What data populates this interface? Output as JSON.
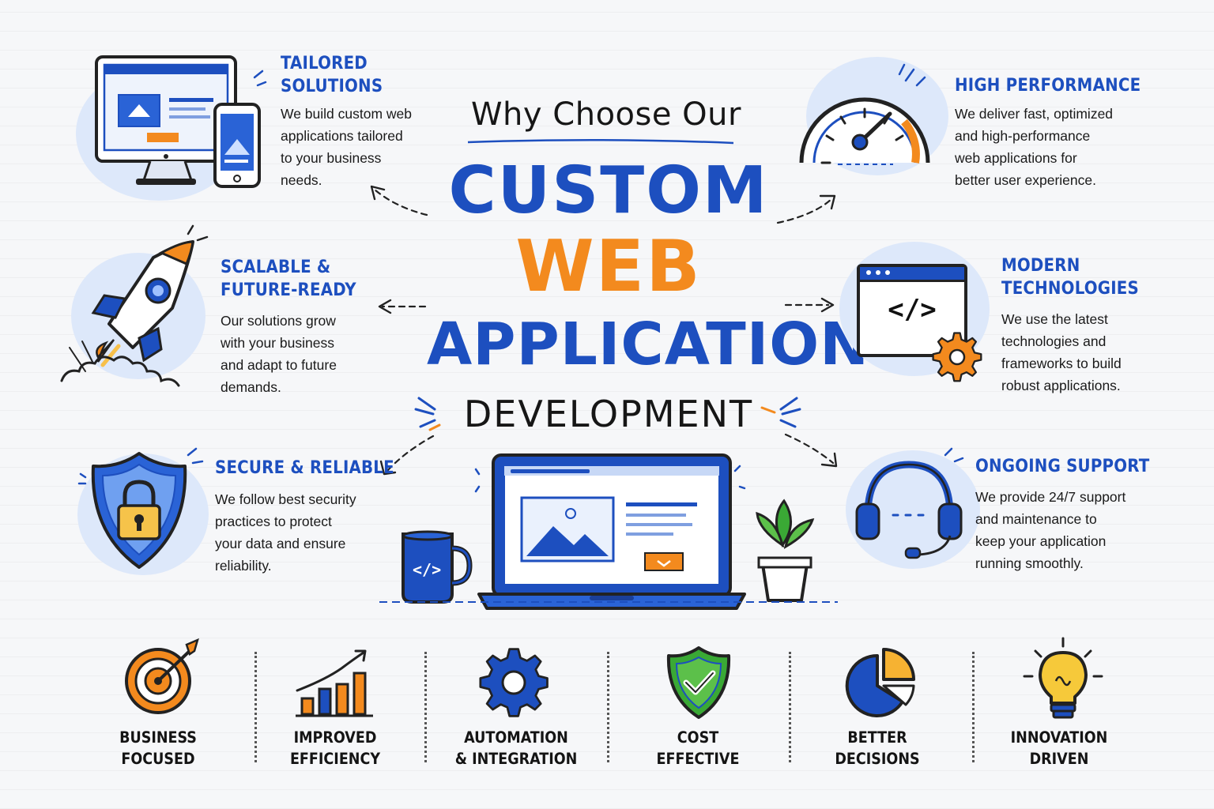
{
  "header": {
    "why": "Why Choose Our",
    "custom": "CUSTOM",
    "web": "WEB",
    "application": "APPLICATION",
    "development": "DEVELOPMENT"
  },
  "features": {
    "tailored": {
      "title_1": "TAILORED",
      "title_2": "SOLUTIONS",
      "desc": [
        "We build custom web",
        "applications tailored",
        "to your business",
        "needs."
      ]
    },
    "scalable": {
      "title_1": "SCALABLE &",
      "title_2": "FUTURE-READY",
      "desc": [
        "Our solutions grow",
        "with your business",
        "and adapt to future",
        "demands."
      ]
    },
    "secure": {
      "title_1": "SECURE & RELIABLE",
      "desc": [
        "We follow best security",
        "practices to protect",
        "your data and ensure",
        "reliability."
      ]
    },
    "performance": {
      "title_1": "HIGH PERFORMANCE",
      "desc": [
        "We deliver fast, optimized",
        "and high-performance",
        "web applications for",
        "better user experience."
      ]
    },
    "modern": {
      "title_1": "MODERN",
      "title_2": "TECHNOLOGIES",
      "desc": [
        "We use the latest",
        "technologies and",
        "frameworks to build",
        "robust applications."
      ]
    },
    "support": {
      "title_1": "ONGOING SUPPORT",
      "desc": [
        "We provide 24/7 support",
        "and maintenance to",
        "keep your application",
        "running smoothly."
      ]
    }
  },
  "icon_text": {
    "code": "</>"
  },
  "benefits": [
    {
      "line1": "BUSINESS",
      "line2": "FOCUSED",
      "icon": "target-icon"
    },
    {
      "line1": "IMPROVED",
      "line2": "EFFICIENCY",
      "icon": "bar-growth-icon"
    },
    {
      "line1": "AUTOMATION",
      "line2": "& INTEGRATION",
      "icon": "gear-icon"
    },
    {
      "line1": "COST",
      "line2": "EFFECTIVE",
      "icon": "shield-check-icon"
    },
    {
      "line1": "BETTER",
      "line2": "DECISIONS",
      "icon": "pie-chart-icon"
    },
    {
      "line1": "INNOVATION",
      "line2": "DRIVEN",
      "icon": "lightbulb-icon"
    }
  ],
  "colors": {
    "blue": "#1d4fbf",
    "orange": "#f38a1e",
    "green": "#3aa935",
    "light_blue": "#dde8fa"
  }
}
